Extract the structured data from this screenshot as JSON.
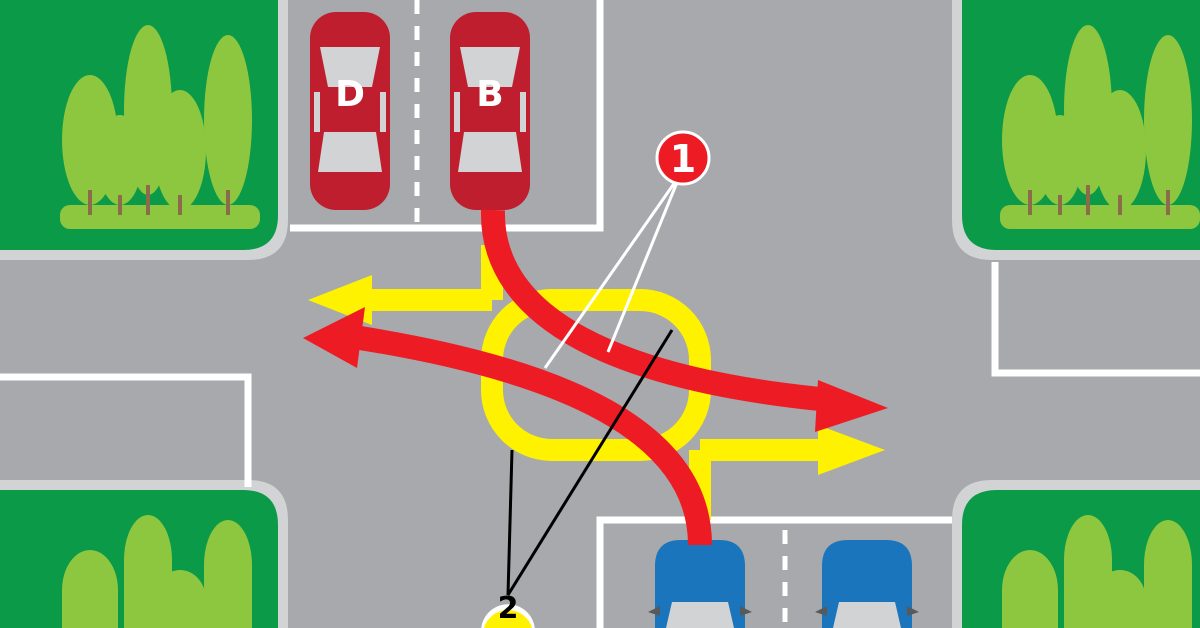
{
  "cars": {
    "top_left": {
      "label": "D",
      "color": "#be1e2d"
    },
    "top_right": {
      "label": "B",
      "color": "#be1e2d"
    },
    "bottom_left": {
      "color": "#1b75bc"
    },
    "bottom_right": {
      "color": "#1b75bc"
    }
  },
  "markers": {
    "marker_1": {
      "label": "1",
      "color": "#ed1c24"
    },
    "marker_2": {
      "label": "2",
      "color": "#fff200"
    }
  },
  "colors": {
    "road": "#a7a9ac",
    "grass": "#0a9a48",
    "tree": "#8dc63f",
    "yellow_path": "#fff200",
    "red_path": "#ed1c24"
  }
}
